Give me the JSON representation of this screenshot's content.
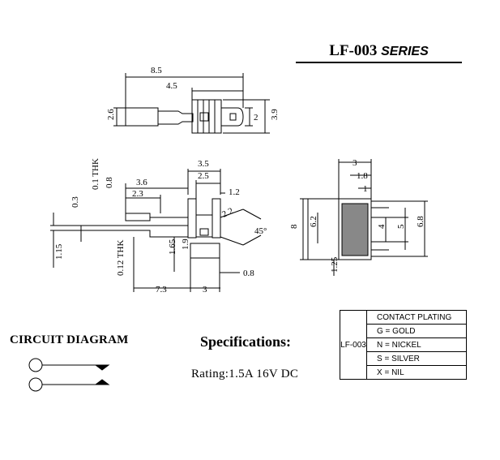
{
  "title": {
    "part": "LF-003",
    "series_word": "SERIES"
  },
  "top_view": {
    "dims": [
      "8.5",
      "4.5",
      "2.6",
      "2",
      "3.9"
    ]
  },
  "side_view": {
    "dims": [
      "3.5",
      "2.5",
      "3.6",
      "2.3",
      "1.2",
      "2.2",
      "45°",
      "0.3",
      "0.1 THK",
      "0.8",
      "1.15",
      "0.12 THK",
      "1.65",
      "1.9",
      "0.8",
      "7.3",
      "3"
    ]
  },
  "end_view": {
    "dims": [
      "3",
      "1.8",
      "1",
      "8",
      "6.2",
      "4",
      "5",
      "6.8",
      "1.25"
    ]
  },
  "circuit": {
    "label": "CIRCUIT DIAGRAM"
  },
  "specs": {
    "label": "Specifications:",
    "rating": "Rating:1.5A 16V DC"
  },
  "plating_table": {
    "header": "CONTACT PLATING",
    "series": "LF-003",
    "options": [
      "G = GOLD",
      "N = NICKEL",
      "S = SILVER",
      "X = NIL"
    ]
  }
}
